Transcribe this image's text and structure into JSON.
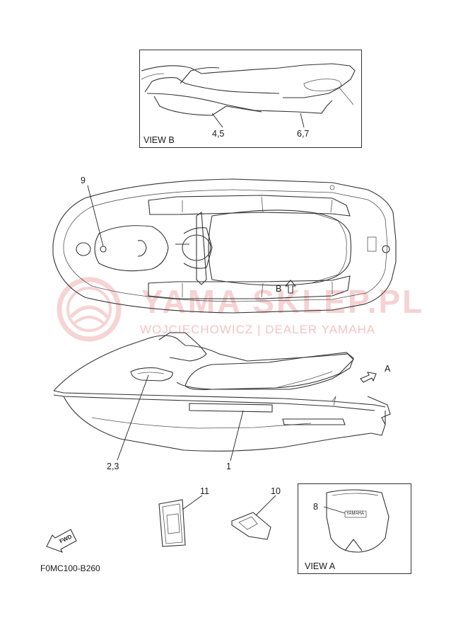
{
  "watermark": {
    "brand_text": "YAMA SKLEP.PL",
    "dealer_text": "WOJCIECHOWICZ | DEALER YAMAHA"
  },
  "views": {
    "view_b_title": "VIEW B",
    "view_a_title": "VIEW A",
    "view_b_marker": "B",
    "view_a_marker": "A"
  },
  "callouts": {
    "c1": "1",
    "c2_3": "2,3",
    "c4_5": "4,5",
    "c6_7": "6,7",
    "c8": "8",
    "c9": "9",
    "c10": "10",
    "c11": "11"
  },
  "decal_text": {
    "yamaha_emblem": "YAMAHA",
    "fwd_arrow": "FWD"
  },
  "footer": {
    "diagram_code": "F0MC100-B260"
  },
  "colors": {
    "watermark": "#f3c4c4",
    "line": "#333333"
  }
}
